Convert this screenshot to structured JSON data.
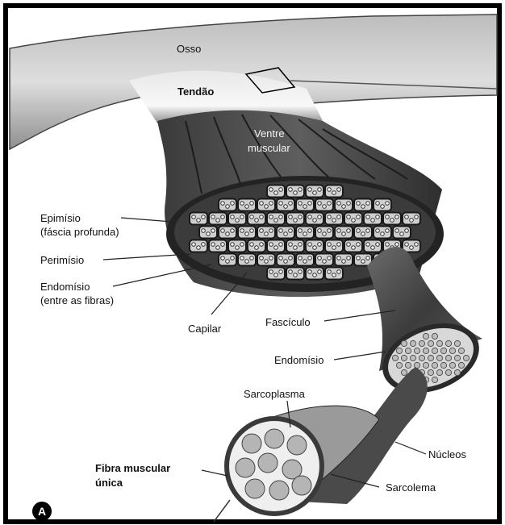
{
  "figure_letter": "A",
  "labels": {
    "osso": "Osso",
    "tendao": "Tendão",
    "ventre_line1": "Ventre",
    "ventre_line2": "muscular",
    "epimisio_line1": "Epimísio",
    "epimisio_line2": "(fáscia profunda)",
    "perimisio": "Perimísio",
    "endomisio_line1": "Endomísio",
    "endomisio_line2": "(entre as fibras)",
    "capilar": "Capilar",
    "fasciculo": "Fascículo",
    "endomisio2": "Endomísio",
    "sarcoplasma": "Sarcoplasma",
    "nucleos": "Núcleos",
    "fibra_line1": "Fibra muscular",
    "fibra_line2": "única",
    "sarcolema": "Sarcolema"
  }
}
